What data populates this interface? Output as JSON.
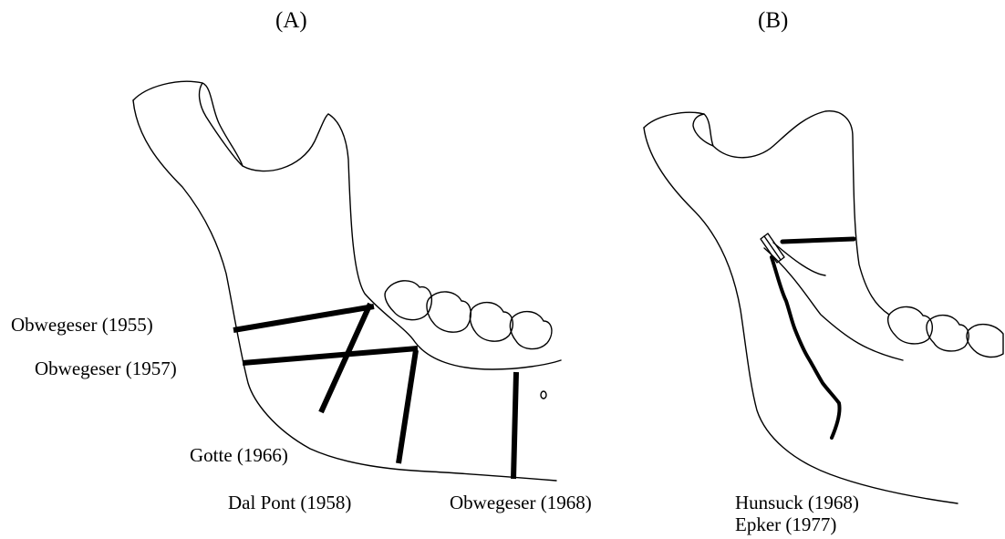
{
  "panels": {
    "a": {
      "title": "(A)"
    },
    "b": {
      "title": "(B)"
    }
  },
  "panel_a_labels": {
    "obwegeser_1955": "Obwegeser (1955)",
    "obwegeser_1957": "Obwegeser (1957)",
    "gotte_1966": "Gotte (1966)",
    "dal_pont_1958": "Dal Pont (1958)",
    "obwegeser_1968": "Obwegeser (1968)"
  },
  "panel_b_labels": {
    "hunsuck_1968": "Hunsuck (1968)",
    "epker_1977": "Epker (1977)"
  },
  "colors": {
    "line": "#000000",
    "background": "#ffffff"
  }
}
